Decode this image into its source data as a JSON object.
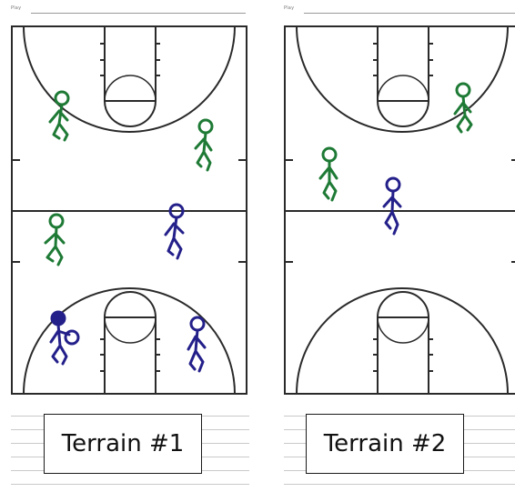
{
  "sheets": [
    {
      "play_label": "Play",
      "caption": "Terrain #1",
      "players": [
        {
          "team": "green",
          "pose": "walk"
        },
        {
          "team": "green",
          "pose": "walk"
        },
        {
          "team": "green",
          "pose": "walk"
        },
        {
          "team": "blue",
          "pose": "walk"
        },
        {
          "team": "blue",
          "pose": "ball"
        },
        {
          "team": "blue",
          "pose": "walk"
        }
      ]
    },
    {
      "play_label": "Play",
      "caption": "Terrain #2",
      "players": [
        {
          "team": "green",
          "pose": "walk"
        },
        {
          "team": "green",
          "pose": "walk"
        },
        {
          "team": "blue",
          "pose": "walk"
        }
      ]
    }
  ],
  "colors": {
    "green_team": "#1e7a35",
    "blue_team": "#24208a",
    "court_lines": "#2a2a2a"
  }
}
